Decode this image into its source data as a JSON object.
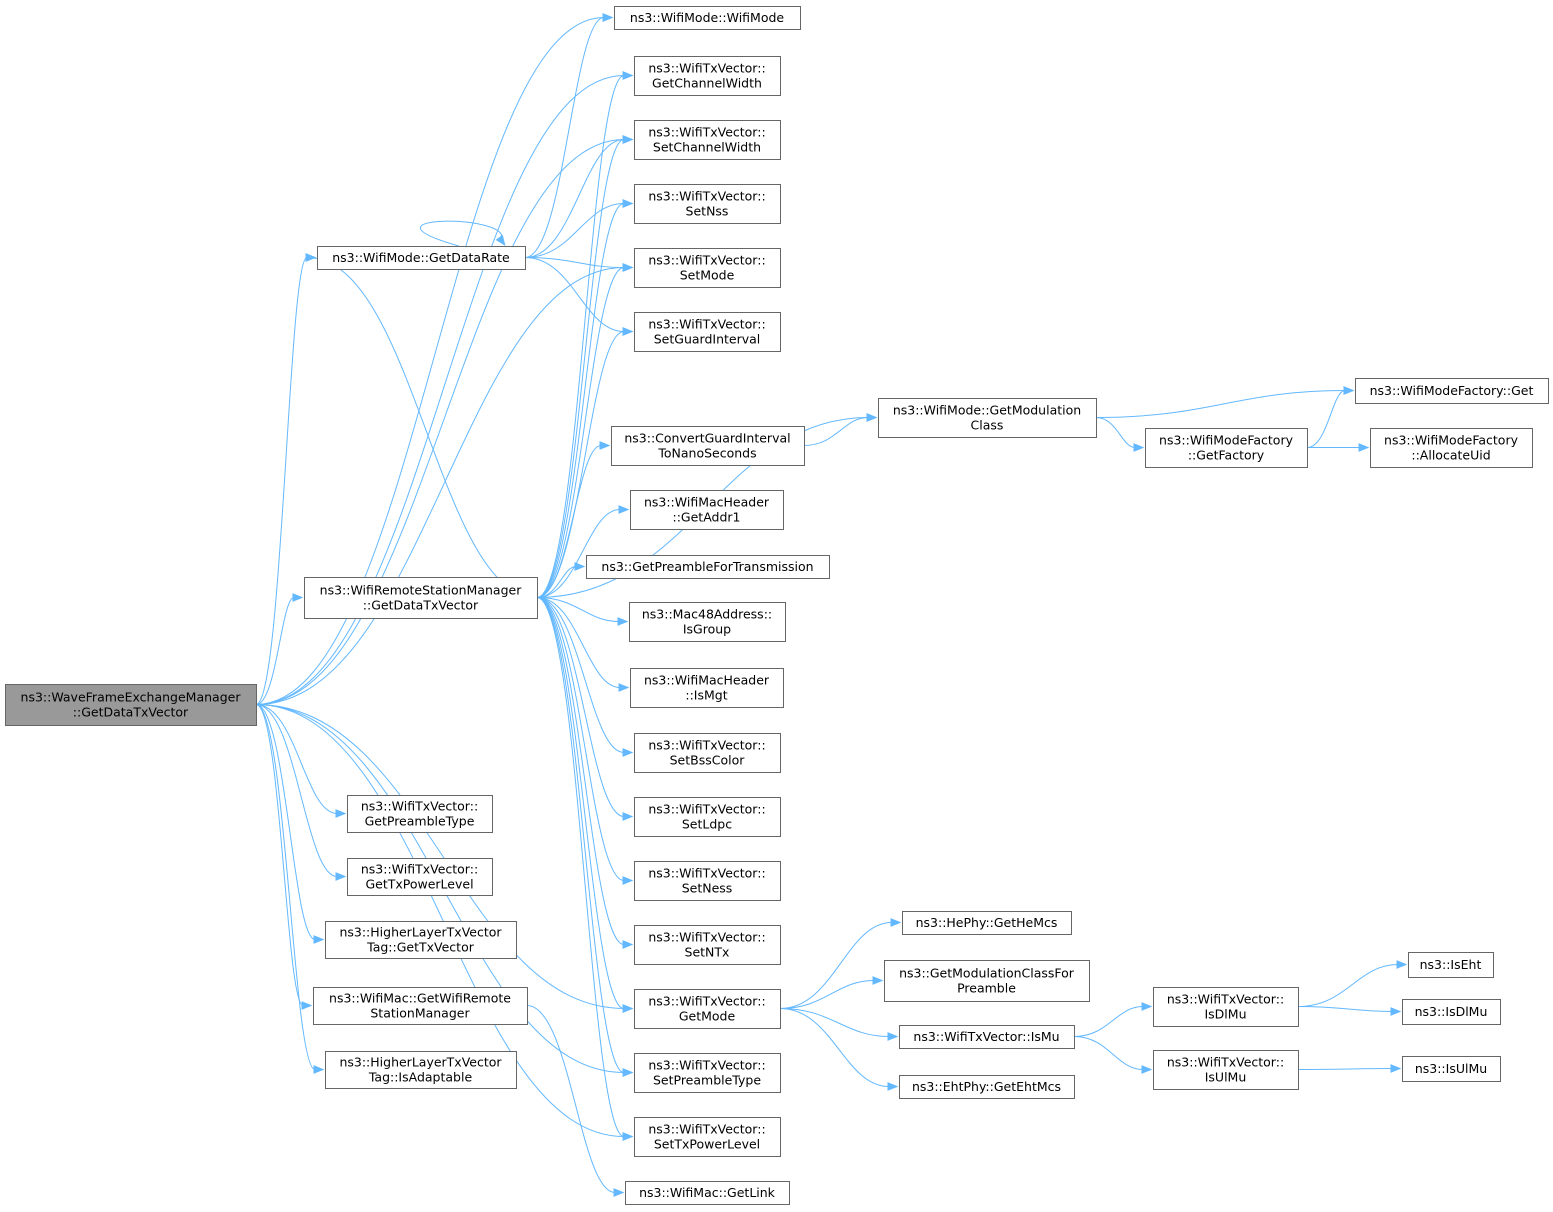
{
  "colors": {
    "edge": "#63b8ff",
    "node_border": "#666666",
    "root_fill": "#999999",
    "node_fill": "#ffffff"
  },
  "nodes": {
    "root": {
      "lines": [
        "ns3::WaveFrameExchangeManager",
        "::GetDataTxVector"
      ],
      "highlight": true
    },
    "getDataRate": {
      "lines": [
        "ns3::WifiMode::GetDataRate"
      ]
    },
    "rsmGetDataTxVector": {
      "lines": [
        "ns3::WifiRemoteStationManager",
        "::GetDataTxVector"
      ]
    },
    "getPreambleTypeTx": {
      "lines": [
        "ns3::WifiTxVector::",
        "GetPreambleType"
      ]
    },
    "getTxPowerLevel": {
      "lines": [
        "ns3::WifiTxVector::",
        "GetTxPowerLevel"
      ]
    },
    "hlGetTxVector": {
      "lines": [
        "ns3::HigherLayerTxVector",
        "Tag::GetTxVector"
      ]
    },
    "getWifiRemoteStationManager": {
      "lines": [
        "ns3::WifiMac::GetWifiRemote",
        "StationManager"
      ]
    },
    "hlIsAdaptable": {
      "lines": [
        "ns3::HigherLayerTxVector",
        "Tag::IsAdaptable"
      ]
    },
    "wifiModeCtor": {
      "lines": [
        "ns3::WifiMode::WifiMode"
      ]
    },
    "getChannelWidth": {
      "lines": [
        "ns3::WifiTxVector::",
        "GetChannelWidth"
      ]
    },
    "setChannelWidth": {
      "lines": [
        "ns3::WifiTxVector::",
        "SetChannelWidth"
      ]
    },
    "setNss": {
      "lines": [
        "ns3::WifiTxVector::",
        "SetNss"
      ]
    },
    "setMode": {
      "lines": [
        "ns3::WifiTxVector::",
        "SetMode"
      ]
    },
    "setGuardInterval": {
      "lines": [
        "ns3::WifiTxVector::",
        "SetGuardInterval"
      ]
    },
    "convertGi": {
      "lines": [
        "ns3::ConvertGuardInterval",
        "ToNanoSeconds"
      ]
    },
    "getAddr1": {
      "lines": [
        "ns3::WifiMacHeader",
        "::GetAddr1"
      ]
    },
    "getPreambleForTx": {
      "lines": [
        "ns3::GetPreambleForTransmission"
      ]
    },
    "isGroup": {
      "lines": [
        "ns3::Mac48Address::",
        "IsGroup"
      ]
    },
    "isMgt": {
      "lines": [
        "ns3::WifiMacHeader",
        "::IsMgt"
      ]
    },
    "setBssColor": {
      "lines": [
        "ns3::WifiTxVector::",
        "SetBssColor"
      ]
    },
    "setLdpc": {
      "lines": [
        "ns3::WifiTxVector::",
        "SetLdpc"
      ]
    },
    "setNess": {
      "lines": [
        "ns3::WifiTxVector::",
        "SetNess"
      ]
    },
    "setNTx": {
      "lines": [
        "ns3::WifiTxVector::",
        "SetNTx"
      ]
    },
    "getMode": {
      "lines": [
        "ns3::WifiTxVector::",
        "GetMode"
      ]
    },
    "setPreambleType": {
      "lines": [
        "ns3::WifiTxVector::",
        "SetPreambleType"
      ]
    },
    "setTxPowerLevel": {
      "lines": [
        "ns3::WifiTxVector::",
        "SetTxPowerLevel"
      ]
    },
    "getLink": {
      "lines": [
        "ns3::WifiMac::GetLink"
      ]
    },
    "getModulationClass": {
      "lines": [
        "ns3::WifiMode::GetModulation",
        "Class"
      ]
    },
    "getHeMcs": {
      "lines": [
        "ns3::HePhy::GetHeMcs"
      ]
    },
    "getModClassForPreamble": {
      "lines": [
        "ns3::GetModulationClassFor",
        "Preamble"
      ]
    },
    "isMu": {
      "lines": [
        "ns3::WifiTxVector::IsMu"
      ]
    },
    "getEhtMcs": {
      "lines": [
        "ns3::EhtPhy::GetEhtMcs"
      ]
    },
    "factoryGet": {
      "lines": [
        "ns3::WifiModeFactory::Get"
      ]
    },
    "getFactory": {
      "lines": [
        "ns3::WifiModeFactory",
        "::GetFactory"
      ]
    },
    "allocateUid": {
      "lines": [
        "ns3::WifiModeFactory",
        "::AllocateUid"
      ]
    },
    "isDlMuTx": {
      "lines": [
        "ns3::WifiTxVector::",
        "IsDlMu"
      ]
    },
    "isUlMuTx": {
      "lines": [
        "ns3::WifiTxVector::",
        "IsUlMu"
      ]
    },
    "isEht": {
      "lines": [
        "ns3::IsEht"
      ]
    },
    "isDlMu": {
      "lines": [
        "ns3::IsDlMu"
      ]
    },
    "isUlMu": {
      "lines": [
        "ns3::IsUlMu"
      ]
    }
  },
  "edges": [
    [
      "root",
      "wifiModeCtor"
    ],
    [
      "root",
      "getChannelWidth"
    ],
    [
      "root",
      "setChannelWidth"
    ],
    [
      "root",
      "getDataRate"
    ],
    [
      "root",
      "setMode"
    ],
    [
      "root",
      "rsmGetDataTxVector"
    ],
    [
      "root",
      "getMode"
    ],
    [
      "root",
      "setPreambleType"
    ],
    [
      "root",
      "setTxPowerLevel"
    ],
    [
      "root",
      "getPreambleTypeTx"
    ],
    [
      "root",
      "getTxPowerLevel"
    ],
    [
      "root",
      "hlGetTxVector"
    ],
    [
      "root",
      "getWifiRemoteStationManager"
    ],
    [
      "root",
      "hlIsAdaptable"
    ],
    [
      "getDataRate",
      "getDataRate"
    ],
    [
      "getDataRate",
      "wifiModeCtor"
    ],
    [
      "getDataRate",
      "setChannelWidth"
    ],
    [
      "getDataRate",
      "setNss"
    ],
    [
      "getDataRate",
      "setMode"
    ],
    [
      "getDataRate",
      "setGuardInterval"
    ],
    [
      "rsmGetDataTxVector",
      "getDataRate"
    ],
    [
      "rsmGetDataTxVector",
      "getChannelWidth"
    ],
    [
      "rsmGetDataTxVector",
      "setChannelWidth"
    ],
    [
      "rsmGetDataTxVector",
      "setNss"
    ],
    [
      "rsmGetDataTxVector",
      "setMode"
    ],
    [
      "rsmGetDataTxVector",
      "setGuardInterval"
    ],
    [
      "rsmGetDataTxVector",
      "getModulationClass"
    ],
    [
      "rsmGetDataTxVector",
      "convertGi"
    ],
    [
      "rsmGetDataTxVector",
      "getAddr1"
    ],
    [
      "rsmGetDataTxVector",
      "getPreambleForTx"
    ],
    [
      "rsmGetDataTxVector",
      "isGroup"
    ],
    [
      "rsmGetDataTxVector",
      "isMgt"
    ],
    [
      "rsmGetDataTxVector",
      "setBssColor"
    ],
    [
      "rsmGetDataTxVector",
      "setLdpc"
    ],
    [
      "rsmGetDataTxVector",
      "setNess"
    ],
    [
      "rsmGetDataTxVector",
      "setNTx"
    ],
    [
      "rsmGetDataTxVector",
      "getMode"
    ],
    [
      "rsmGetDataTxVector",
      "setPreambleType"
    ],
    [
      "rsmGetDataTxVector",
      "setTxPowerLevel"
    ],
    [
      "getWifiRemoteStationManager",
      "getLink"
    ],
    [
      "convertGi",
      "getModulationClass"
    ],
    [
      "getModulationClass",
      "factoryGet"
    ],
    [
      "getModulationClass",
      "getFactory"
    ],
    [
      "getFactory",
      "factoryGet"
    ],
    [
      "getFactory",
      "allocateUid"
    ],
    [
      "getMode",
      "getHeMcs"
    ],
    [
      "getMode",
      "getModClassForPreamble"
    ],
    [
      "getMode",
      "isMu"
    ],
    [
      "getMode",
      "getEhtMcs"
    ],
    [
      "isMu",
      "isDlMuTx"
    ],
    [
      "isMu",
      "isUlMuTx"
    ],
    [
      "isDlMuTx",
      "isEht"
    ],
    [
      "isDlMuTx",
      "isDlMu"
    ],
    [
      "isUlMuTx",
      "isUlMu"
    ]
  ]
}
